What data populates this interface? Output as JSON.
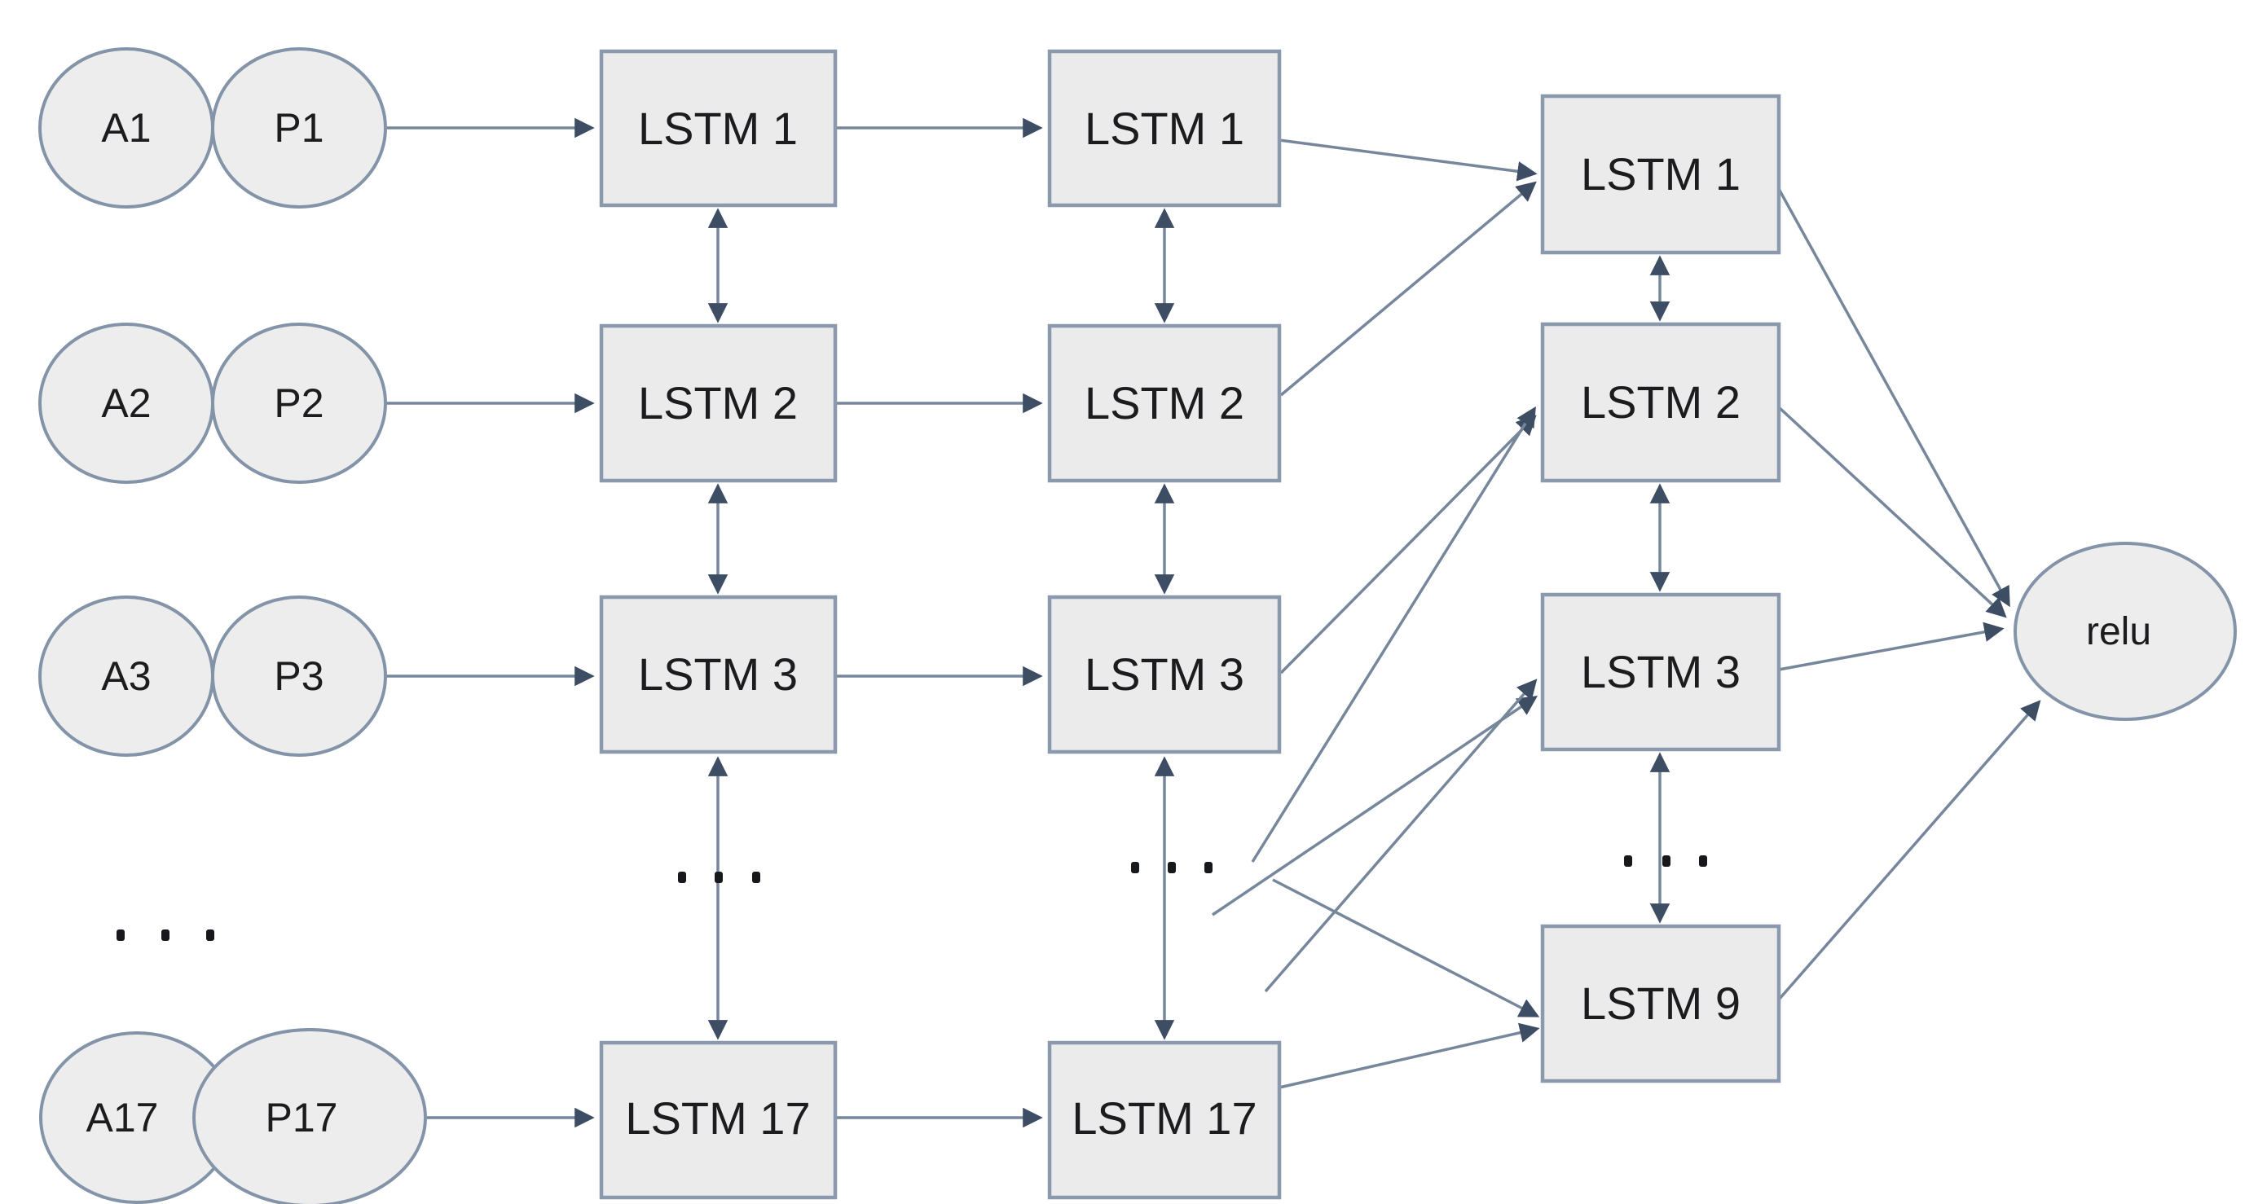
{
  "colors": {
    "bg": "#ffffff",
    "node-fill": "#ededee",
    "node-border": "#8494a8",
    "box-fill": "#ebebec",
    "box-border": "#8a99ac",
    "edge": "#76879c",
    "arrowhead": "#3d4d64",
    "text": "#1c1c1e",
    "dot": "#17181c"
  },
  "nodes": {
    "inputs": [
      {
        "a": "A1",
        "p": "P1"
      },
      {
        "a": "A2",
        "p": "P2"
      },
      {
        "a": "A3",
        "p": "P3"
      },
      {
        "a": "A17",
        "p": "P17"
      }
    ],
    "encoder_layer_1": [
      "LSTM 1",
      "LSTM 2",
      "LSTM 3",
      "LSTM 17"
    ],
    "encoder_layer_2": [
      "LSTM 1",
      "LSTM 2",
      "LSTM 3",
      "LSTM 17"
    ],
    "reduction_layer": [
      "LSTM 1",
      "LSTM 2",
      "LSTM 3",
      "LSTM 9"
    ],
    "activation": "relu"
  }
}
